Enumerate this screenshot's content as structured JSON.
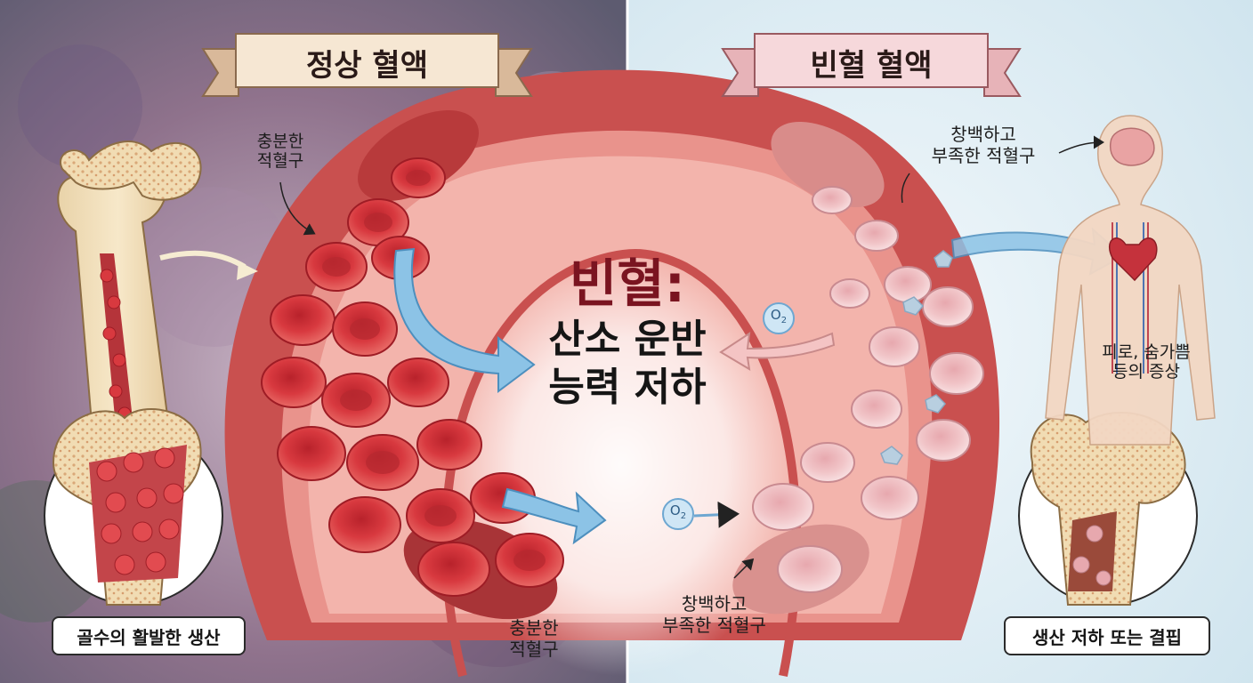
{
  "left_panel": {
    "banner": "정상 혈액",
    "callout_top": [
      "충분한",
      "적혈구"
    ],
    "callout_bottom": [
      "충분한",
      "적혈구"
    ],
    "bone_label": "골수의 활발한 생산"
  },
  "right_panel": {
    "banner": "빈혈 혈액",
    "callout_top": [
      "창백하고",
      "부족한 적혈구"
    ],
    "callout_bottom": [
      "창백하고",
      "부족한 적혈구"
    ],
    "symptom_label": [
      "피로, 숨가쁨",
      "등의 증상"
    ],
    "bone_label": "생산 저하 또는 결핍",
    "oxygen_symbol": "O",
    "oxygen_subscript": "2"
  },
  "center": {
    "title": "빈혈:",
    "subtitle": [
      "산소 운반",
      "능력 저하"
    ]
  },
  "colors": {
    "left_background": "#8a6f88",
    "right_background": "#dfeef5",
    "healthy_cell": "#d8393f",
    "pale_cell": "#f1c5c8",
    "vessel_wall": "#c9504f",
    "banner_left": "#f6e7d3",
    "banner_right": "#f6d8db",
    "arrow": "#7ab8df",
    "title_red": "#7a1420"
  },
  "icons": [
    "bone-marrow-illustration",
    "blood-vessel-illustration",
    "human-body-icon",
    "heart-icon",
    "brain-icon",
    "oxygen-molecule-icon",
    "arrow-icon"
  ]
}
